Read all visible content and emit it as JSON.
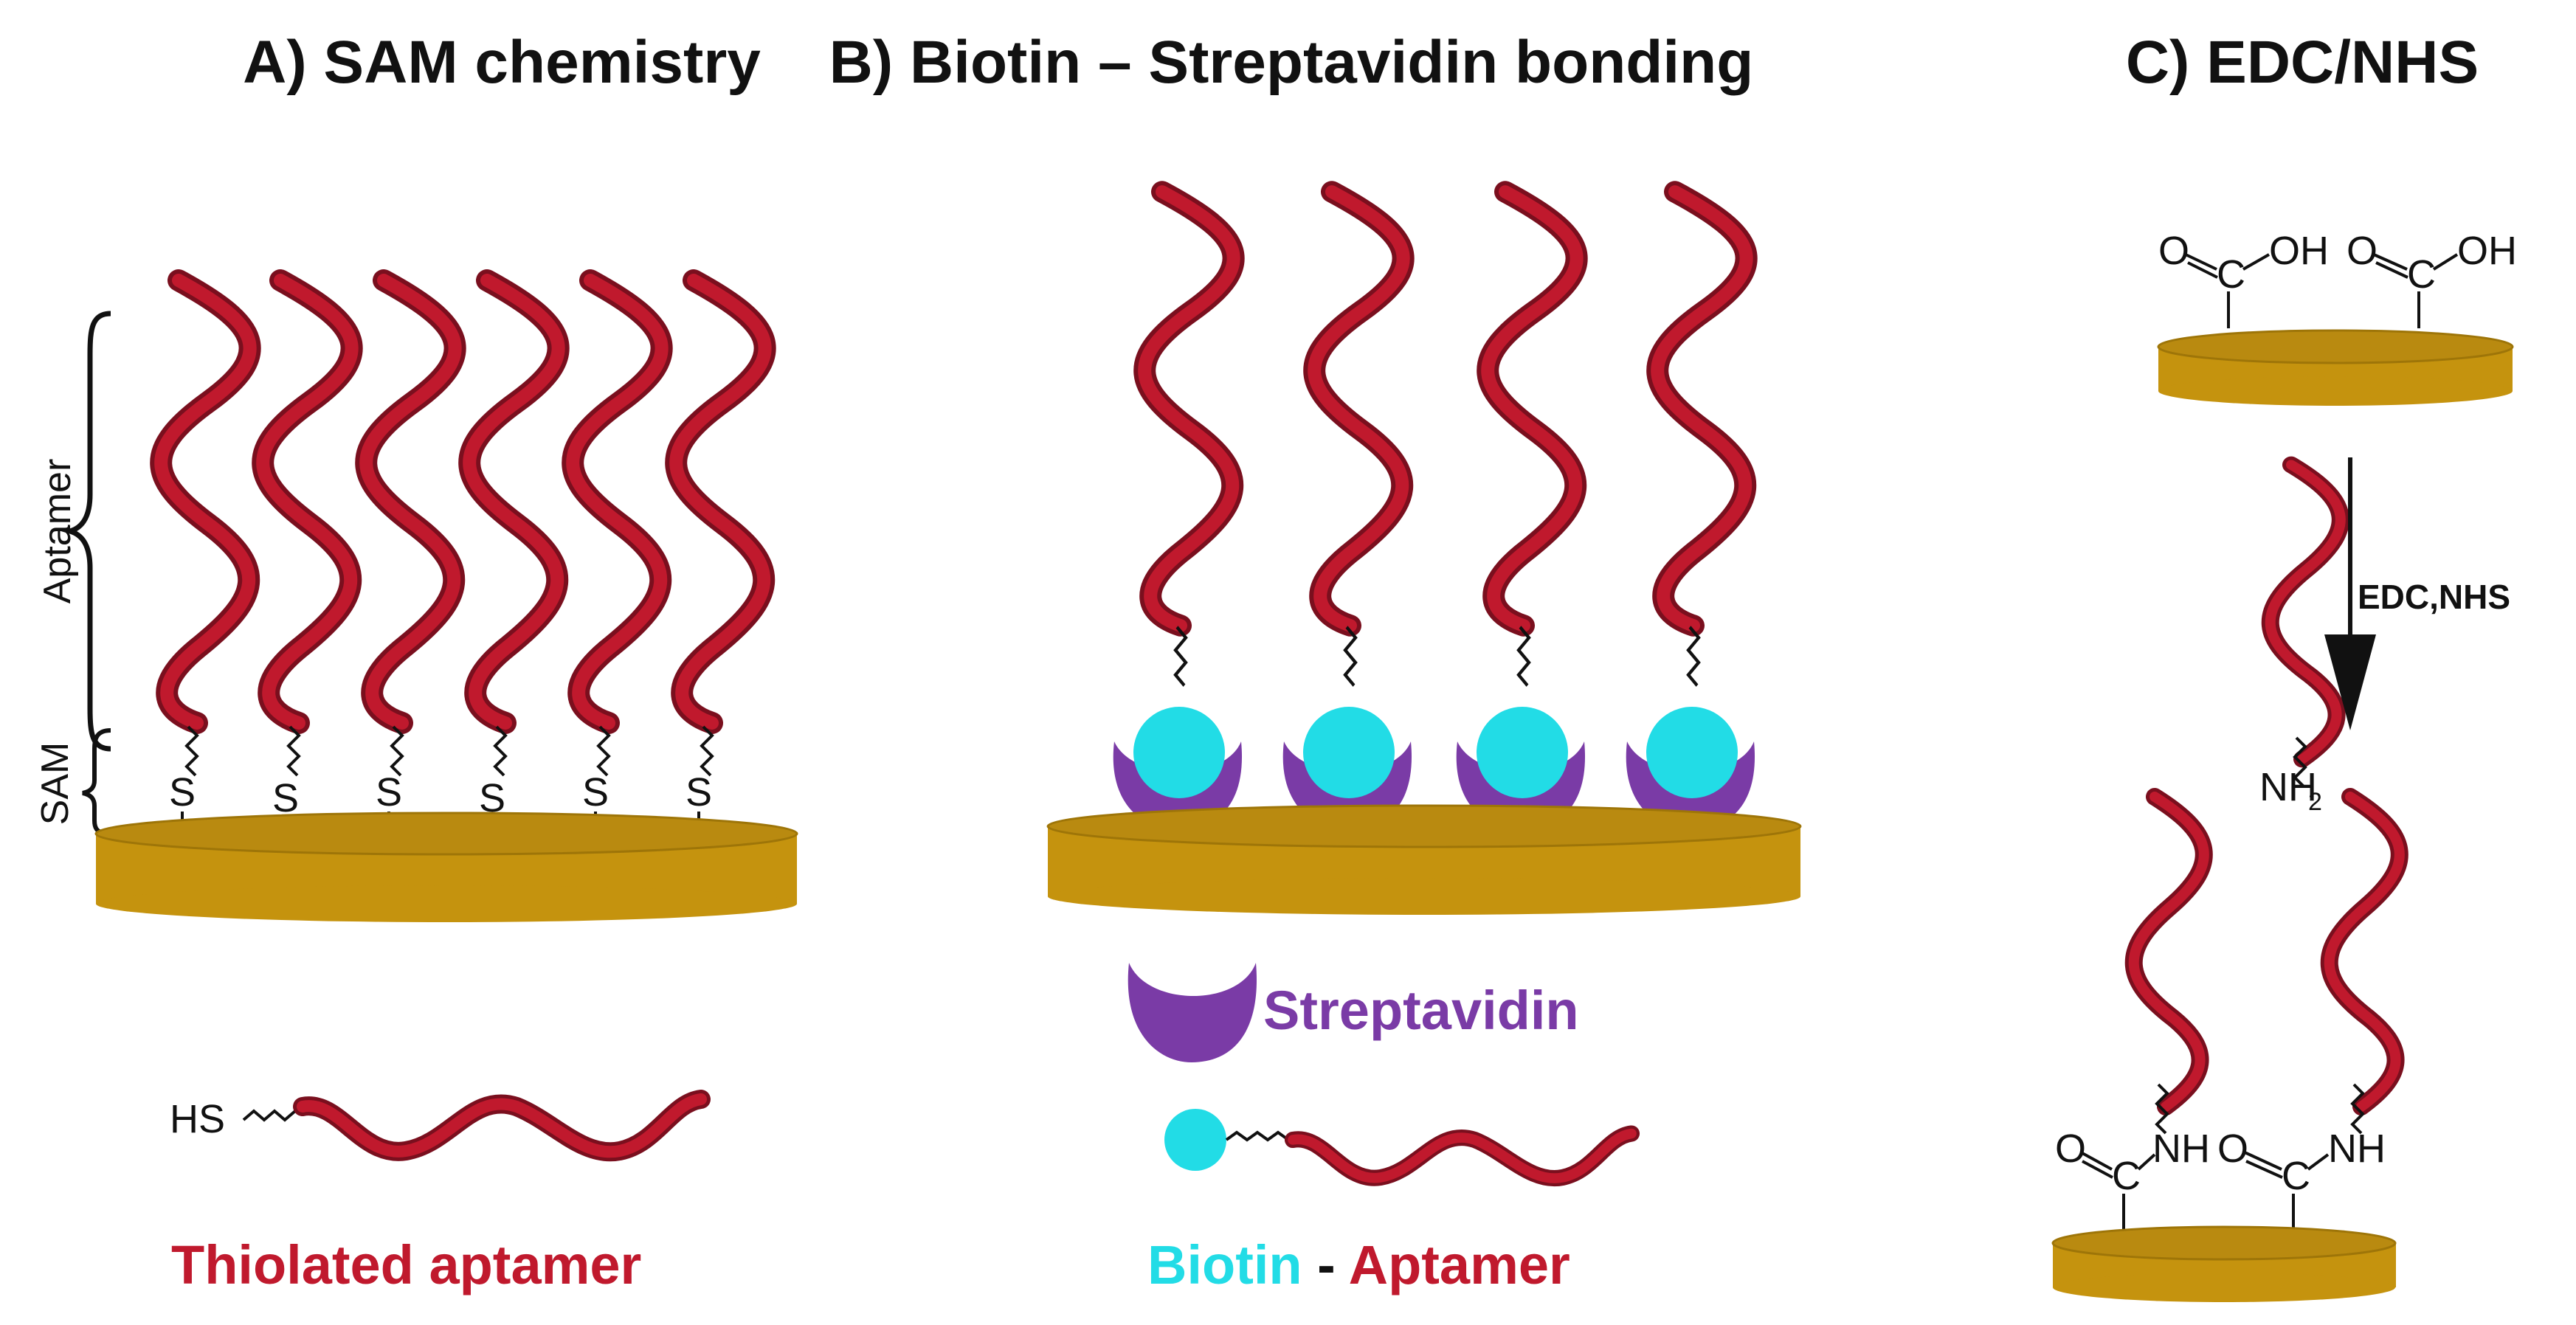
{
  "panels": {
    "a": {
      "title": "A) SAM chemistry",
      "aptamer_label": "Aptamer",
      "sam_label": "SAM",
      "s_label": "S",
      "hs_label": "HS",
      "caption": "Thiolated aptamer"
    },
    "b": {
      "title": "B) Biotin – Streptavidin bonding",
      "streptavidin_label": "Streptavidin",
      "biotin_label": "Biotin",
      "dash": " - ",
      "aptamer_label": "Aptamer"
    },
    "c": {
      "title": "C) EDC/NHS",
      "cooh_o": "O",
      "cooh_c": "C",
      "cooh_oh": "OH",
      "reagent_label": "EDC,NHS",
      "amine_label": "NH",
      "amine_sub": "2",
      "amide_o": "O",
      "amide_c": "C",
      "amide_nh": "NH"
    }
  },
  "colors": {
    "gold": "#C5930E",
    "gold_top": "#B98A10",
    "aptamer_red": "#C0192D",
    "aptamer_dark": "#7A0F1E",
    "biotin_cyan": "#22DCE6",
    "streptavidin_purple": "#7A3BA6",
    "text": "#111111"
  },
  "icons": [
    "ribbon-aptamer",
    "gold-substrate",
    "thiol-linker",
    "biotin-ball",
    "streptavidin-cup",
    "reaction-arrow",
    "curly-brace"
  ]
}
